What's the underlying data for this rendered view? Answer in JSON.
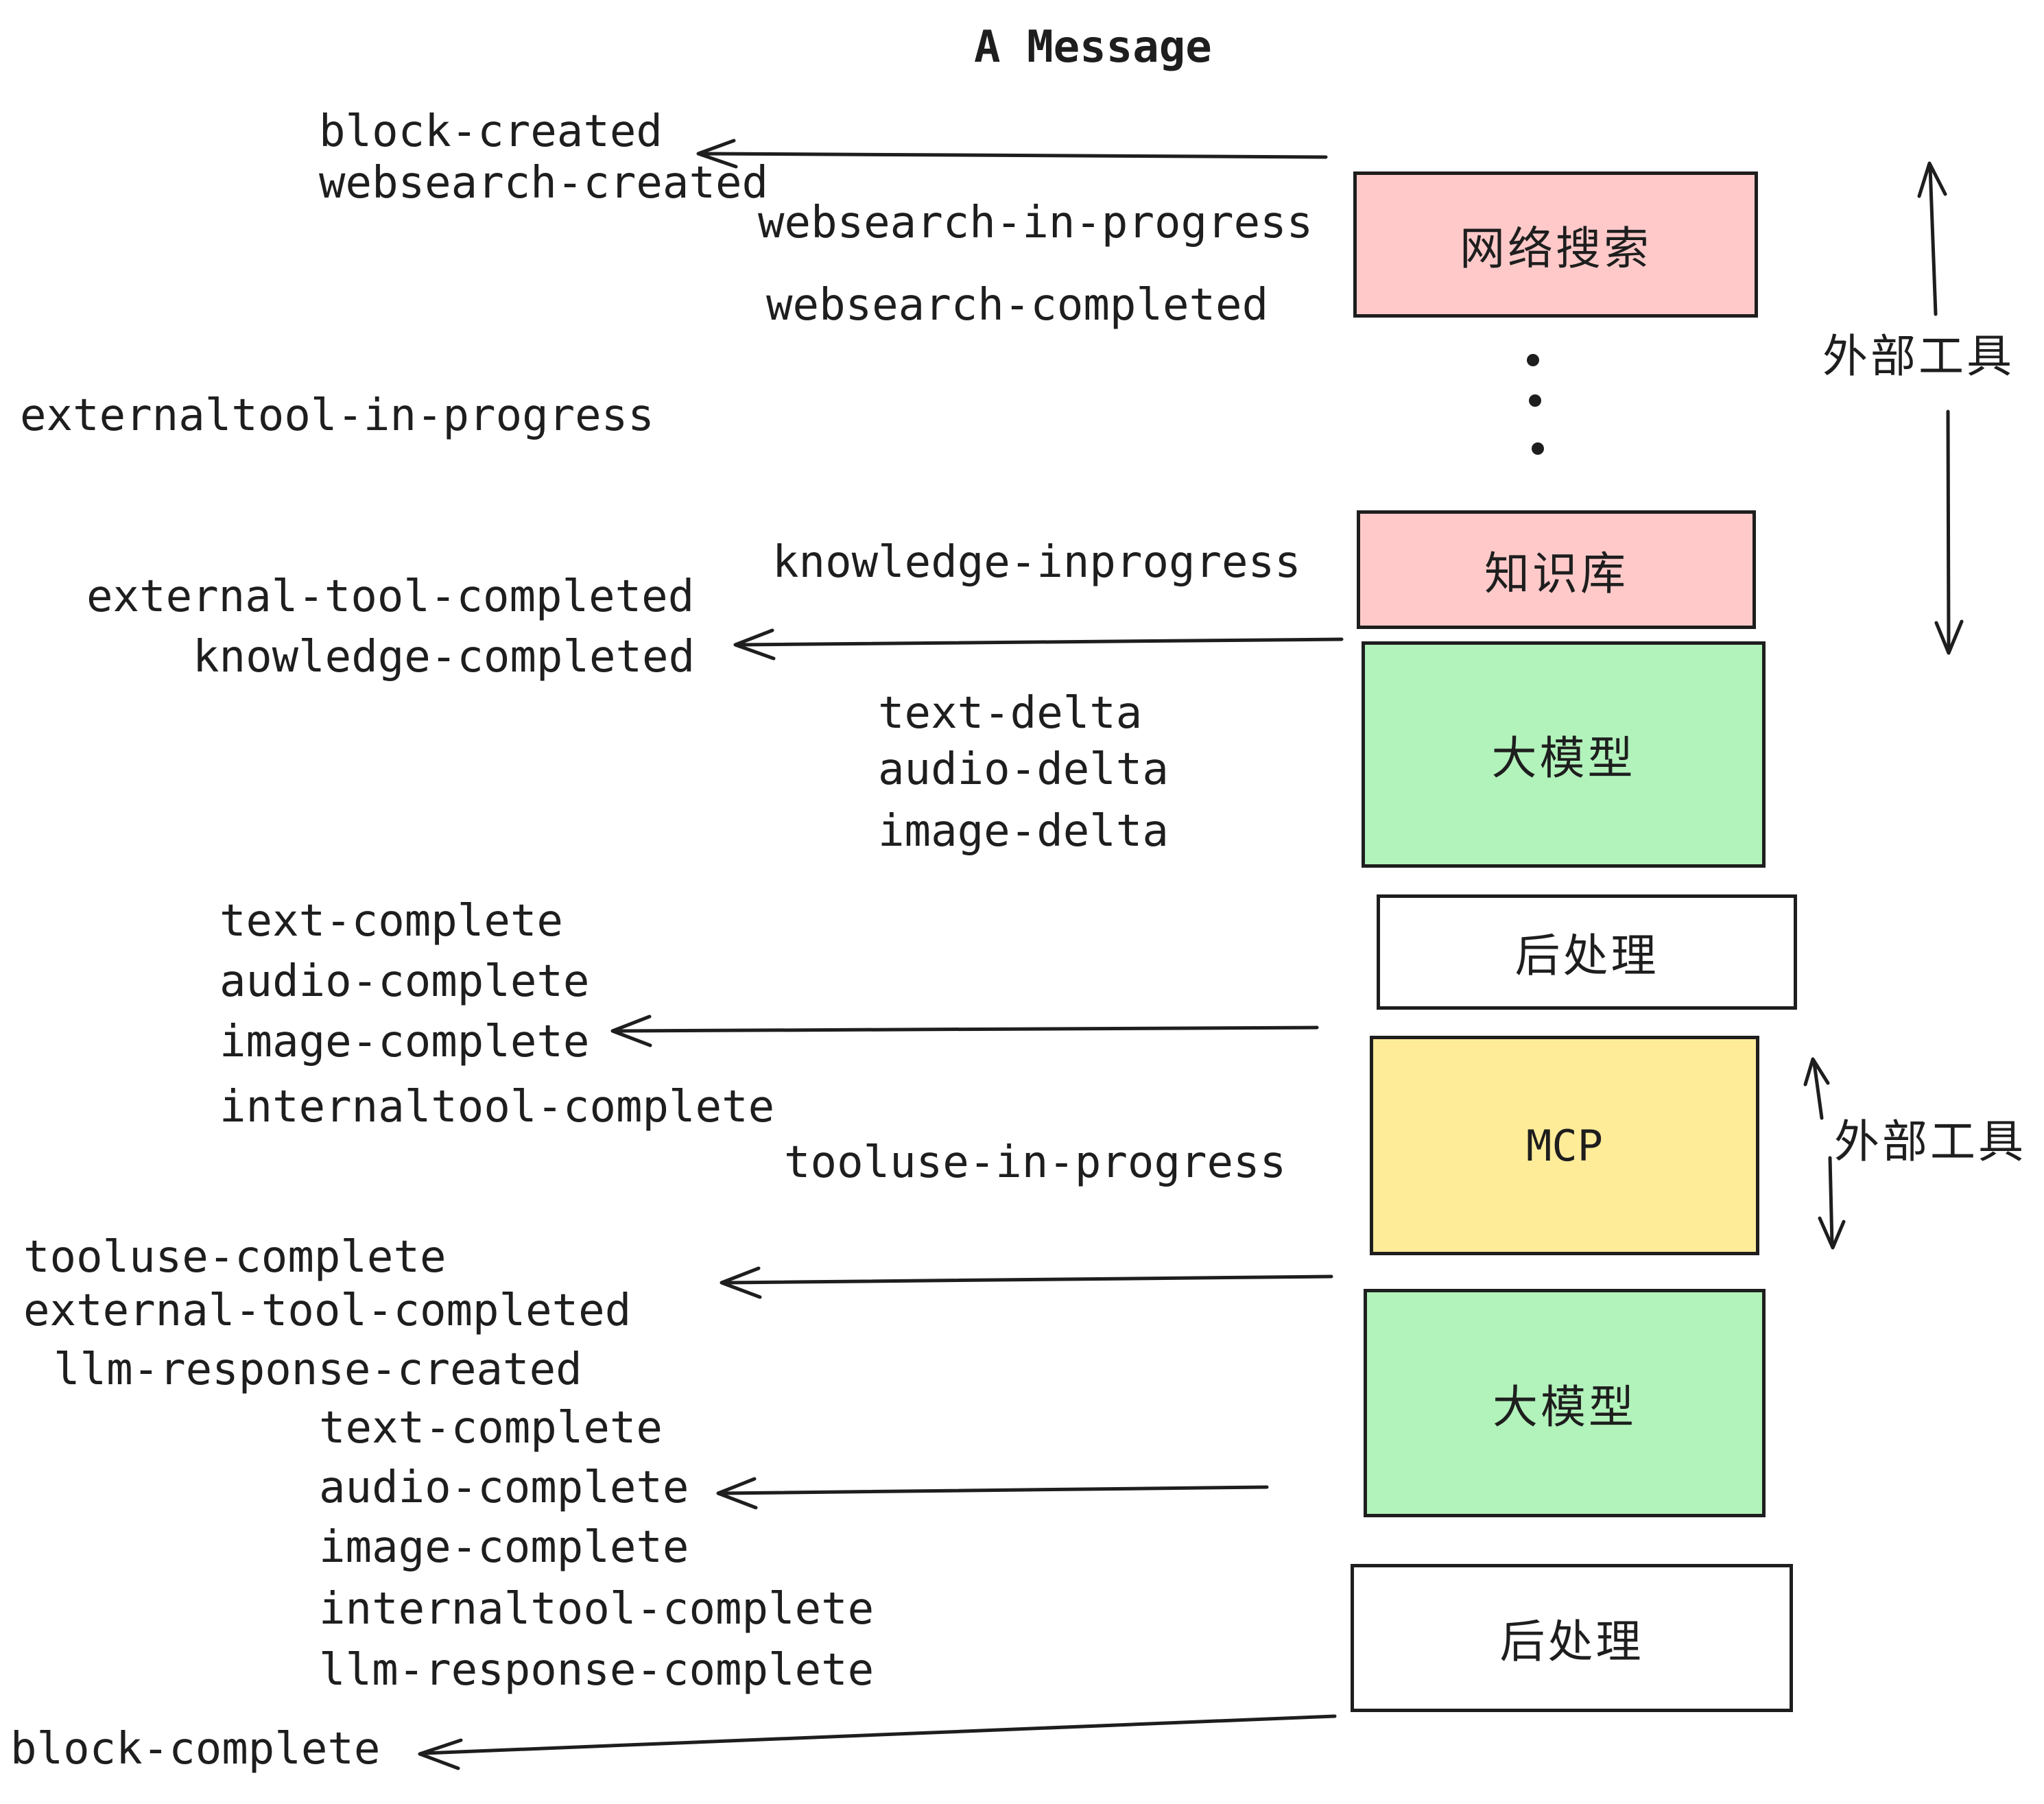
{
  "title": "A Message",
  "colors": {
    "ink": "#1e1e1e",
    "pink": "#ffc9c9",
    "green": "#b2f2bb",
    "yellow": "#ffec99",
    "white": "#ffffff",
    "background": "#ffffff"
  },
  "boxes": [
    {
      "id": "websearch",
      "label": "网络搜索",
      "fill": "pink"
    },
    {
      "id": "knowledge-base",
      "label": "知识库",
      "fill": "pink"
    },
    {
      "id": "llm-1",
      "label": "大模型",
      "fill": "green"
    },
    {
      "id": "post-process-1",
      "label": "后处理",
      "fill": "white"
    },
    {
      "id": "mcp",
      "label": "MCP",
      "fill": "yellow"
    },
    {
      "id": "llm-2",
      "label": "大模型",
      "fill": "green"
    },
    {
      "id": "post-process-2",
      "label": "后处理",
      "fill": "white"
    }
  ],
  "side_labels": [
    "外部工具",
    "外部工具"
  ],
  "events": [
    "block-created",
    "websearch-created",
    "websearch-in-progress",
    "websearch-completed",
    "externaltool-in-progress",
    "knowledge-inprogress",
    "external-tool-completed",
    "knowledge-completed",
    "text-delta",
    "audio-delta",
    "image-delta",
    "text-complete",
    "audio-complete",
    "image-complete",
    "internaltool-complete",
    "tooluse-in-progress",
    "tooluse-complete",
    "external-tool-completed",
    "llm-response-created",
    "text-complete",
    "audio-complete",
    "image-complete",
    "internaltool-complete",
    "llm-response-complete",
    "block-complete"
  ]
}
